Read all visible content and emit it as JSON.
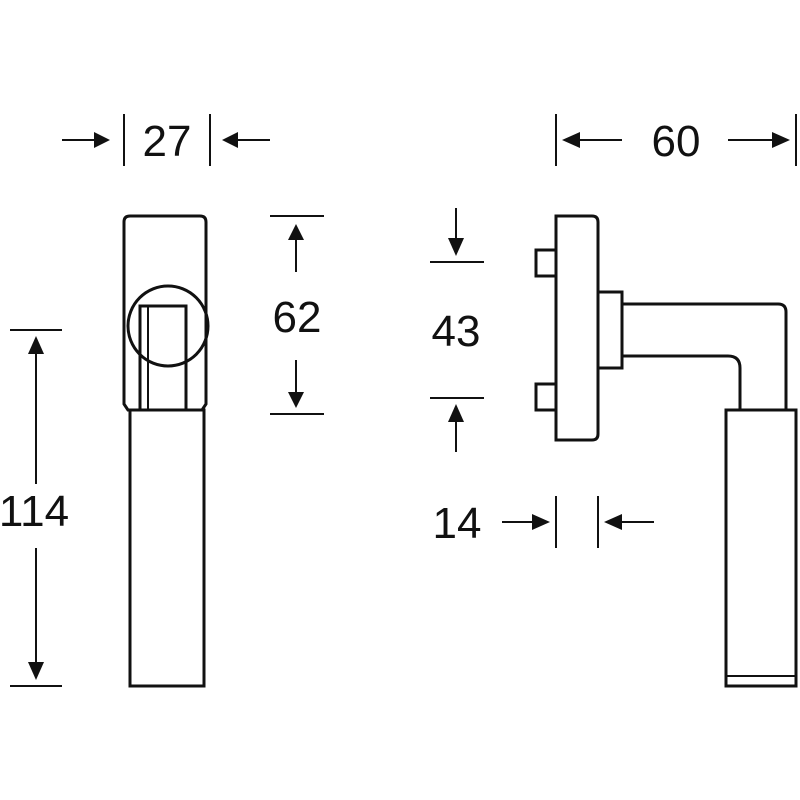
{
  "dimensions": {
    "rose_width": "27",
    "rose_height": "62",
    "handle_height": "114",
    "projection": "60",
    "spindle_spacing": "43",
    "rose_depth": "14"
  },
  "colors": {
    "line": "#111111",
    "background": "#ffffff"
  }
}
